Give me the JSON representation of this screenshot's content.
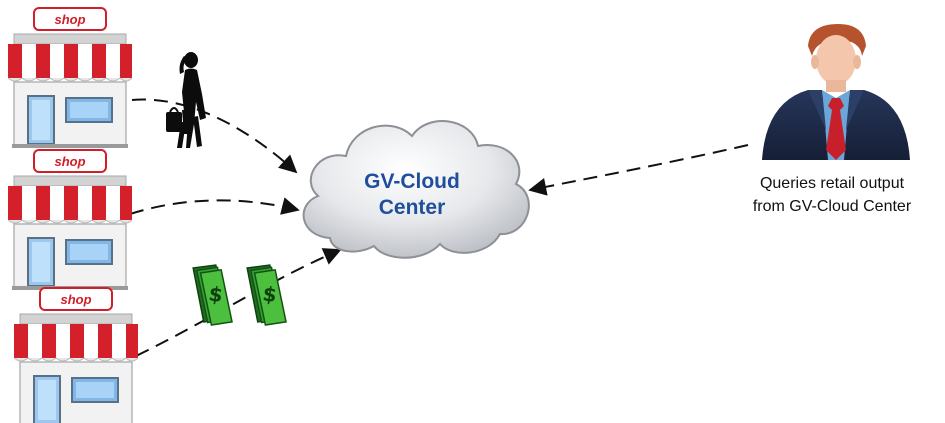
{
  "diagram": {
    "cloud": {
      "line1": "GV-Cloud",
      "line2": "Center"
    },
    "shops": [
      {
        "label": "shop"
      },
      {
        "label": "shop"
      },
      {
        "label": "shop"
      }
    ],
    "manager_caption": {
      "line1": "Queries retail output",
      "line2": "from GV-Cloud Center"
    },
    "colors": {
      "awning_red": "#d3202b",
      "cloud_text": "#1f4e9c",
      "money_green": "#2e8b2e",
      "suit": "#1c2a44",
      "tie": "#c8202a"
    },
    "icons": [
      "shop-icon",
      "shopper-icon",
      "cloud-icon",
      "money-icon",
      "businessman-icon"
    ]
  }
}
